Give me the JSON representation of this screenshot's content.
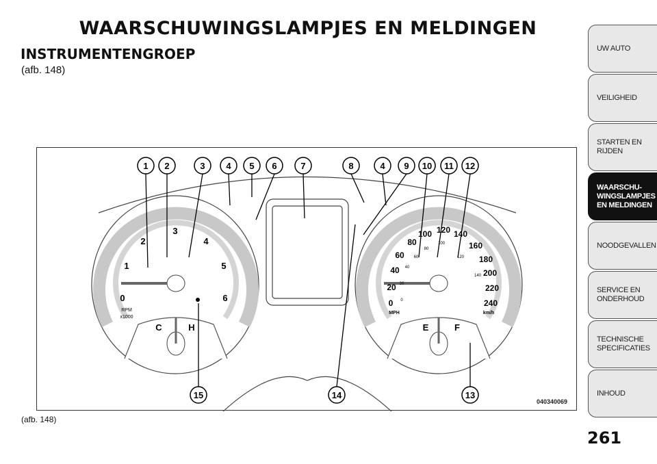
{
  "header": {
    "title": "WAARSCHUWINGSLAMPJES EN MELDINGEN",
    "section": "INSTRUMENTENGROEP",
    "figure_ref": "(afb.  148)"
  },
  "figure": {
    "caption": "(afb. 148)",
    "code": "040340069",
    "callouts_top": [
      "1",
      "2",
      "3",
      "4",
      "5",
      "6",
      "7",
      "8",
      "4",
      "9",
      "10",
      "11",
      "12"
    ],
    "callouts_bottom": [
      "15",
      "14",
      "13"
    ],
    "tach": {
      "ticks": [
        "0",
        "1",
        "2",
        "3",
        "4",
        "5",
        "6"
      ],
      "unit1": "RPM",
      "unit2": "x1000",
      "temp_cold": "C",
      "temp_hot": "H"
    },
    "speedo": {
      "kmh_ticks": [
        "0",
        "20",
        "40",
        "60",
        "80",
        "100",
        "120",
        "140",
        "160",
        "180",
        "200",
        "220",
        "240"
      ],
      "mph_ticks": [
        "0",
        "20",
        "40",
        "60",
        "80",
        "100",
        "120",
        "140"
      ],
      "unit_mph": "MPH",
      "unit_kmh": "km/h",
      "fuel_empty": "E",
      "fuel_full": "F"
    }
  },
  "sidebar": {
    "tabs": [
      "UW AUTO",
      "VEILIGHEID",
      "STARTEN EN\nRIJDEN",
      "WAARSCHU-\nWINGSLAMPJES\nEN MELDINGEN",
      "NOODGEVALLEN",
      "SERVICE EN\nONDERHOUD",
      "TECHNISCHE\nSPECIFICATIES",
      "INHOUD"
    ],
    "active_index": 3
  },
  "page_number": "261"
}
